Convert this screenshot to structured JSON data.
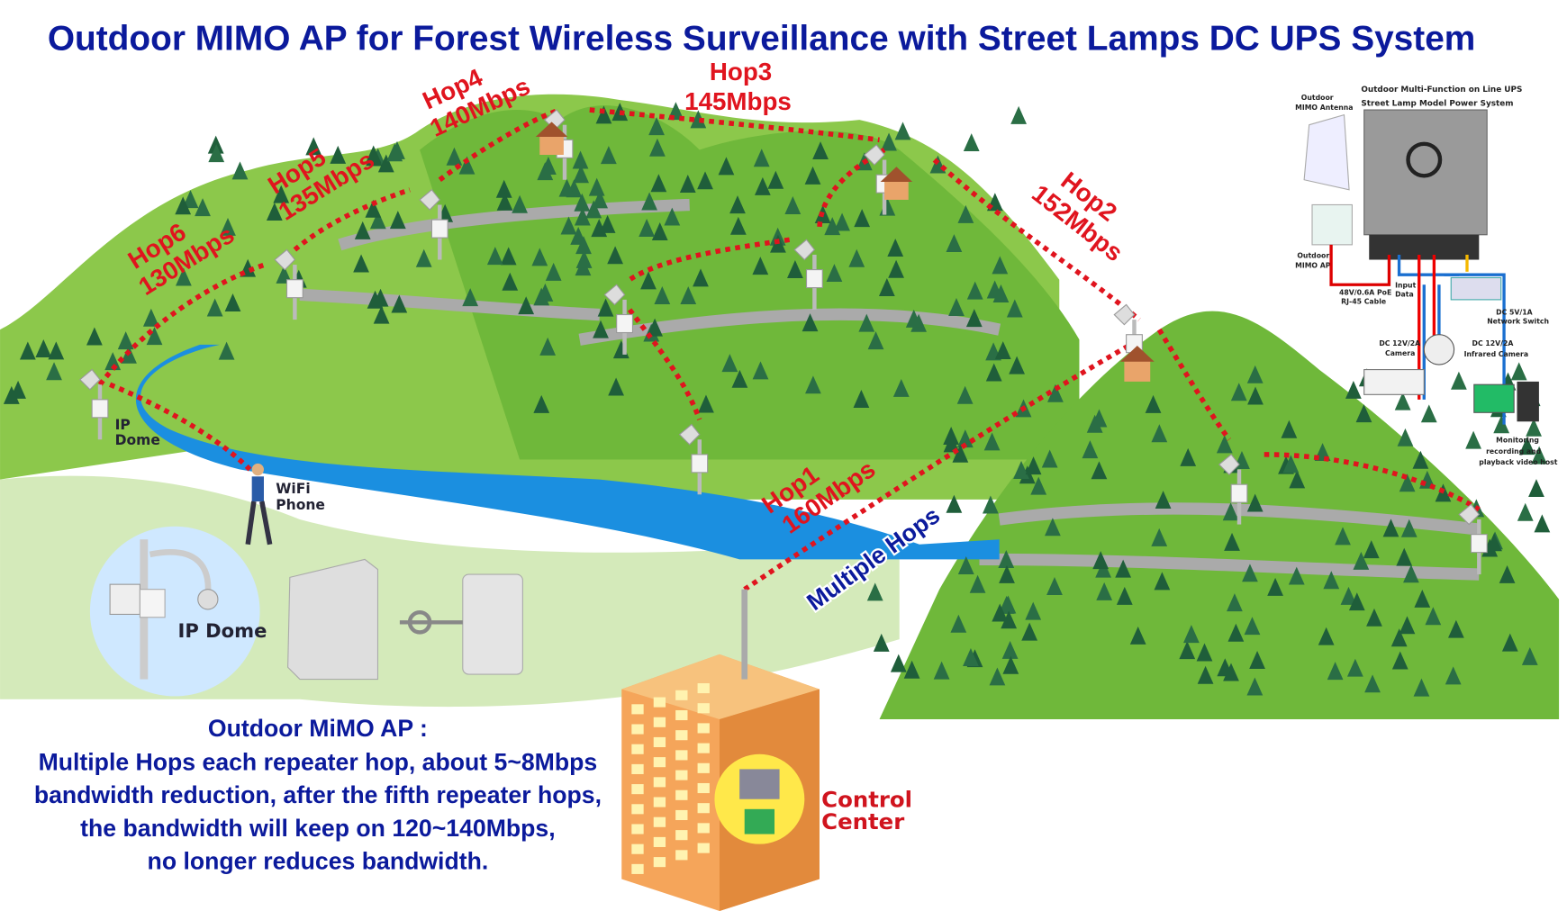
{
  "title": "Outdoor MIMO AP for Forest Wireless Surveillance with Street Lamps DC UPS System",
  "hops": [
    {
      "name": "Hop6",
      "rate": "130Mbps"
    },
    {
      "name": "Hop5",
      "rate": "135Mbps"
    },
    {
      "name": "Hop4",
      "rate": "140Mbps"
    },
    {
      "name": "Hop3",
      "rate": "145Mbps"
    },
    {
      "name": "Hop2",
      "rate": "152Mbps"
    },
    {
      "name": "Hop1",
      "rate": "160Mbps"
    }
  ],
  "multiple_hops": "Multiple Hops",
  "labels": {
    "ip_dome_small": [
      "IP",
      "Dome"
    ],
    "wifi_phone": [
      "WiFi",
      "Phone"
    ],
    "ip_dome": "IP Dome",
    "control_center": [
      "Control",
      "Center"
    ]
  },
  "description": [
    "Outdoor MiMO AP :",
    "Multiple Hops each repeater hop, about 5~8Mbps",
    "bandwidth reduction, after the fifth repeater hops,",
    "the bandwidth will keep on 120~140Mbps,",
    "no longer reduces bandwidth."
  ],
  "ups_panel": {
    "title": [
      "Outdoor Multi-Function on Line UPS",
      "Street Lamp Model Power System"
    ],
    "antenna": [
      "Outdoor",
      "MIMO Antenna"
    ],
    "ap": [
      "Outdoor",
      "MIMO AP"
    ],
    "poe": [
      "48V/0.6A PoE",
      "RJ-45 Cable"
    ],
    "input": [
      "Input",
      "Data"
    ],
    "switch": [
      "DC 5V/1A",
      "Network Switch"
    ],
    "camera": [
      "DC 12V/2A",
      "Camera"
    ],
    "ir_camera": [
      "DC 12V/2A",
      "Infrared Camera"
    ],
    "host": [
      "Monitoring",
      "recording and",
      "playback video host"
    ]
  },
  "colors": {
    "title": "#0b1a9c",
    "hop": "#e0141e",
    "grass": "#7cc242",
    "river": "#1b8fe0"
  }
}
